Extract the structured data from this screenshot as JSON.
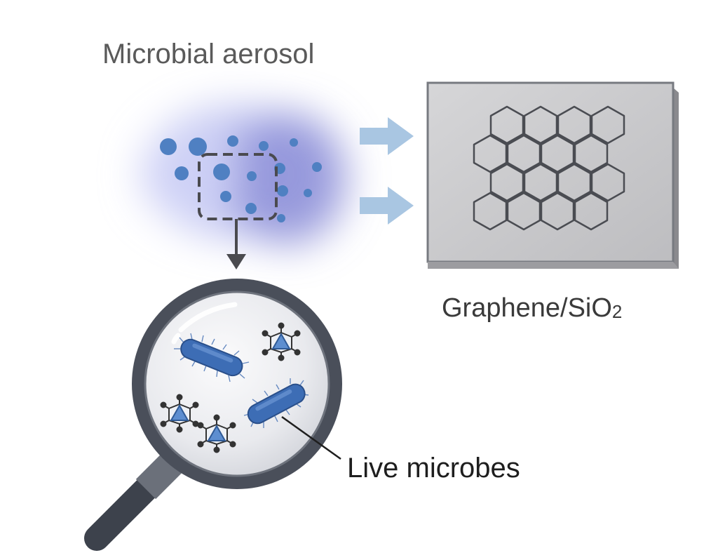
{
  "labels": {
    "aerosol": "Microbial aerosol",
    "graphene_main": "Graphene/SiO",
    "graphene_subscript": "2",
    "microbes": "Live microbes"
  },
  "icons": {
    "aerosol": "aerosol-cloud-icon",
    "substrate": "graphene-substrate-icon",
    "magnifier": "magnifying-glass-icon",
    "bacterium": "bacterium-icon",
    "virus": "virus-icon"
  },
  "colors": {
    "particle": "#4f80c2",
    "cloud": "#8c8fdc",
    "flow_arrow": "#a9c6e2",
    "substrate": "#c4c4c6",
    "magnifier_frame": "#4a4f5a",
    "bacterium": "#3d6db5"
  }
}
